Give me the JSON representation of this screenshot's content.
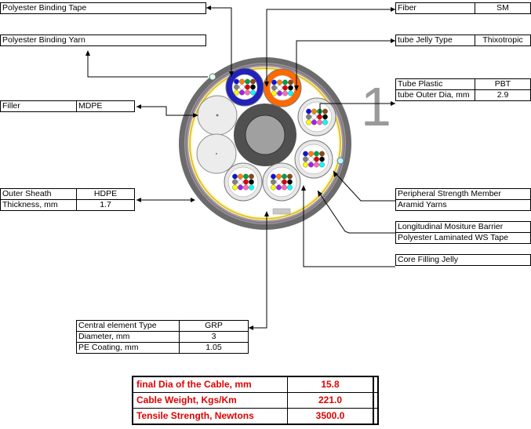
{
  "left_labels": {
    "binding_tape": "Polyester Binding Tape",
    "binding_yarn": "Polyester Binding Yarn",
    "filler_label": "Filler",
    "filler_value": "MDPE",
    "outer_sheath_label": "Outer Sheath",
    "outer_sheath_value": "HDPE",
    "thickness_label": "Thickness, mm",
    "thickness_value": "1.7"
  },
  "right_labels": {
    "fiber_label": "Fiber",
    "fiber_value": "SM",
    "jelly_label": "tube Jelly Type",
    "jelly_value": "Thixotropic",
    "tube_plastic_label": "Tube Plastic",
    "tube_plastic_value": "PBT",
    "tube_dia_label": "tube Outer Dia, mm",
    "tube_dia_value": "2.9",
    "psm_line1": "Peripheral Strength Member",
    "psm_line2": "Aramid Yarns",
    "barrier_line1": "Longitudinal Mositure Barrier",
    "barrier_line2": "Polyester Laminated  WS Tape",
    "core_jelly": "Core Filling Jelly"
  },
  "central_element": {
    "type_label": "Central element Type",
    "type_value": "GRP",
    "diameter_label": "Diameter, mm",
    "diameter_value": "3",
    "coating_label": "PE Coating, mm",
    "coating_value": "1.05"
  },
  "summary": {
    "dia_label": "final Dia of the Cable, mm",
    "dia_value": "15.8",
    "weight_label": "Cable Weight, Kgs/Km",
    "weight_value": "221.0",
    "tensile_label": "Tensile Strength, Newtons",
    "tensile_value": "3500.0"
  },
  "watermark": "1",
  "colors": {
    "outer_sheath": "#6b6b6b",
    "sheath_inner_band": "#9a9a9a",
    "water_tape": "#fafad2",
    "binding_tape_ring": "#2222bb",
    "orange_tube": "#ff6a00",
    "aramid_yarn": "#f0c040",
    "central_element_outer": "#505050",
    "central_element_inner": "#a0a0a0",
    "summary_text": "#e00000",
    "fiber_colors": [
      "#1010e0",
      "#ff8000",
      "#00a040",
      "#8b4513",
      "#808080",
      "#ffffff",
      "#e00000",
      "#000000",
      "#ffff00",
      "#a020f0",
      "#ff69b4",
      "#00ffff"
    ]
  }
}
